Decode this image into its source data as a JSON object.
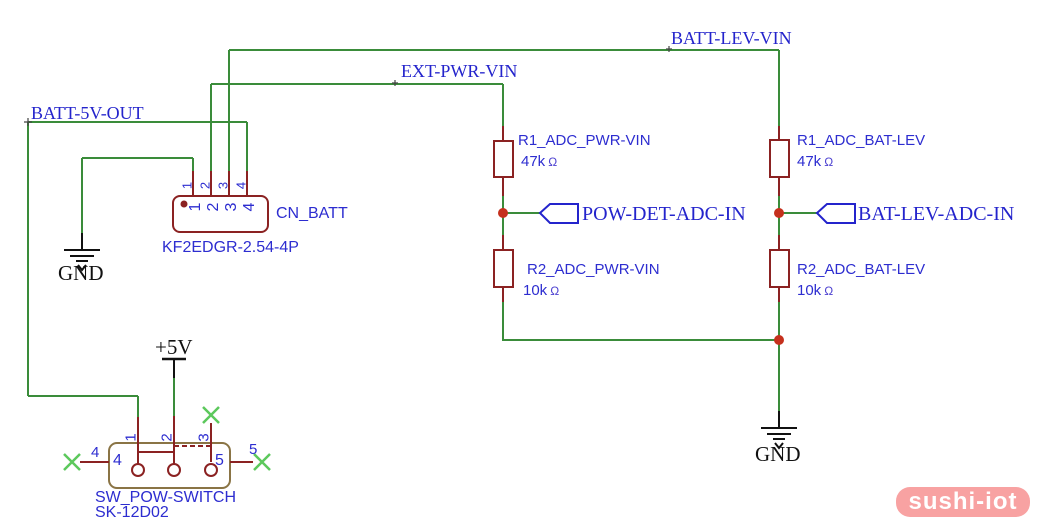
{
  "schematic": {
    "nets": {
      "batt_lev_vin": "BATT-LEV-VIN",
      "ext_pwr_vin": "EXT-PWR-VIN",
      "batt_5v_out": "BATT-5V-OUT"
    },
    "ports": {
      "pow_det_adc_in": "POW-DET-ADC-IN",
      "bat_lev_adc_in": "BAT-LEV-ADC-IN"
    },
    "power": {
      "gnd_left": "GND",
      "gnd_right": "GND",
      "vcc": "+5V"
    },
    "components": {
      "battery_connector": {
        "ref": "CN_BATT",
        "part": "KF2EDGR-2.54-4P",
        "pins": [
          "1",
          "2",
          "3",
          "4"
        ]
      },
      "r1_adc_pwr_vin": {
        "ref": "R1_ADC_PWR-VIN",
        "value": "47k",
        "unit": "Ω"
      },
      "r2_adc_pwr_vin": {
        "ref": "R2_ADC_PWR-VIN",
        "value": "10k",
        "unit": "Ω"
      },
      "r1_adc_bat_lev": {
        "ref": "R1_ADC_BAT-LEV",
        "value": "47k",
        "unit": "Ω"
      },
      "r2_adc_bat_lev": {
        "ref": "R2_ADC_BAT-LEV",
        "value": "10k",
        "unit": "Ω"
      },
      "power_switch": {
        "ref": "SW_POW-SWITCH",
        "part": "SK-12D02",
        "top_pins": [
          "1",
          "2",
          "3"
        ],
        "side_pins": [
          "4",
          "5"
        ]
      }
    },
    "colors": {
      "wire": "#3a8c3a",
      "symbol_outline": "#8b2222",
      "label_blue": "#2424cc",
      "switch_body": "#8a7445",
      "no_connect": "#5cc85c",
      "junction_dot": "#c5301d",
      "watermark_bg": "#f8a2a2"
    },
    "watermark": "sushi-iot"
  }
}
